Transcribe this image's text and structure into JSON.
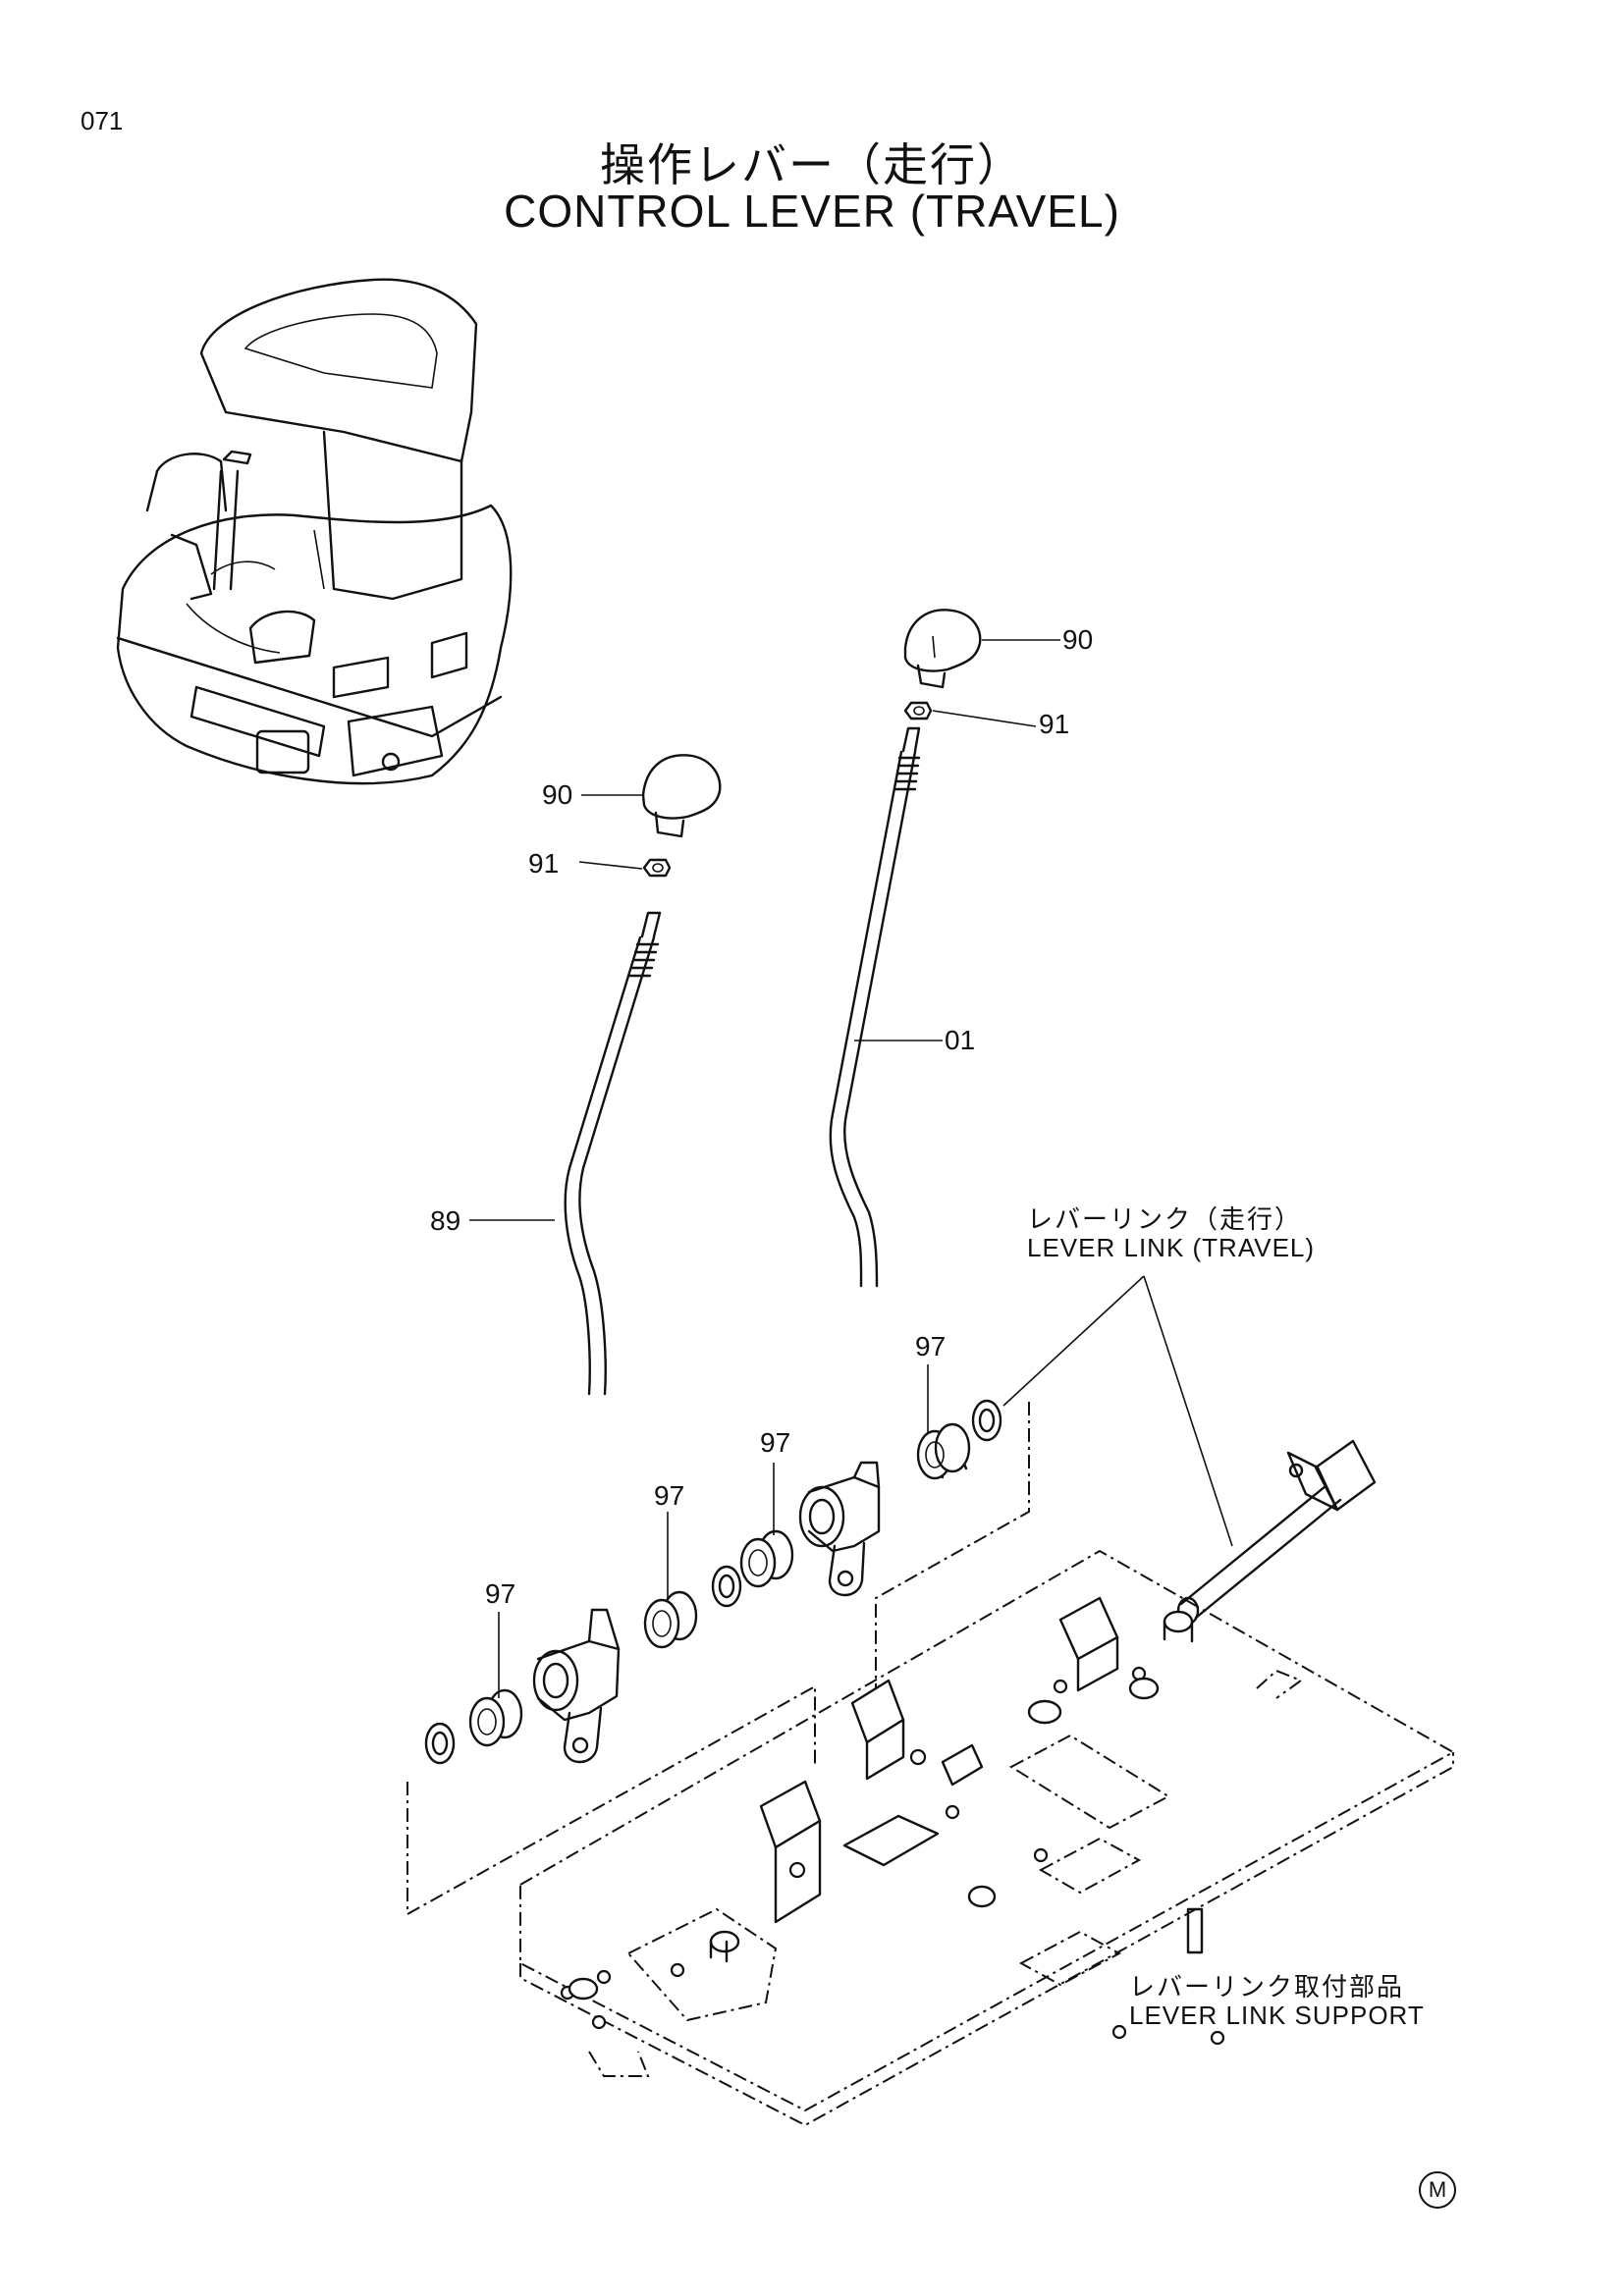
{
  "header": {
    "page_number": "071",
    "title_jp": "操作レバー（走行）",
    "title_en": "CONTROL LEVER (TRAVEL)"
  },
  "assembly_labels": {
    "lever_link_jp": "レバーリンク（走行）",
    "lever_link_en": "LEVER LINK (TRAVEL)",
    "support_jp": "レバーリンク取付部品",
    "support_en": "LEVER LINK SUPPORT"
  },
  "callouts": {
    "knob_right": "90",
    "nut_right": "91",
    "lever_right": "01",
    "knob_left": "90",
    "nut_left": "91",
    "lever_left": "89",
    "spacer_right_outer": "97",
    "spacer_right_inner": "97",
    "spacer_left_inner": "97",
    "spacer_left_outer": "97"
  },
  "footer": {
    "mark": "M"
  }
}
